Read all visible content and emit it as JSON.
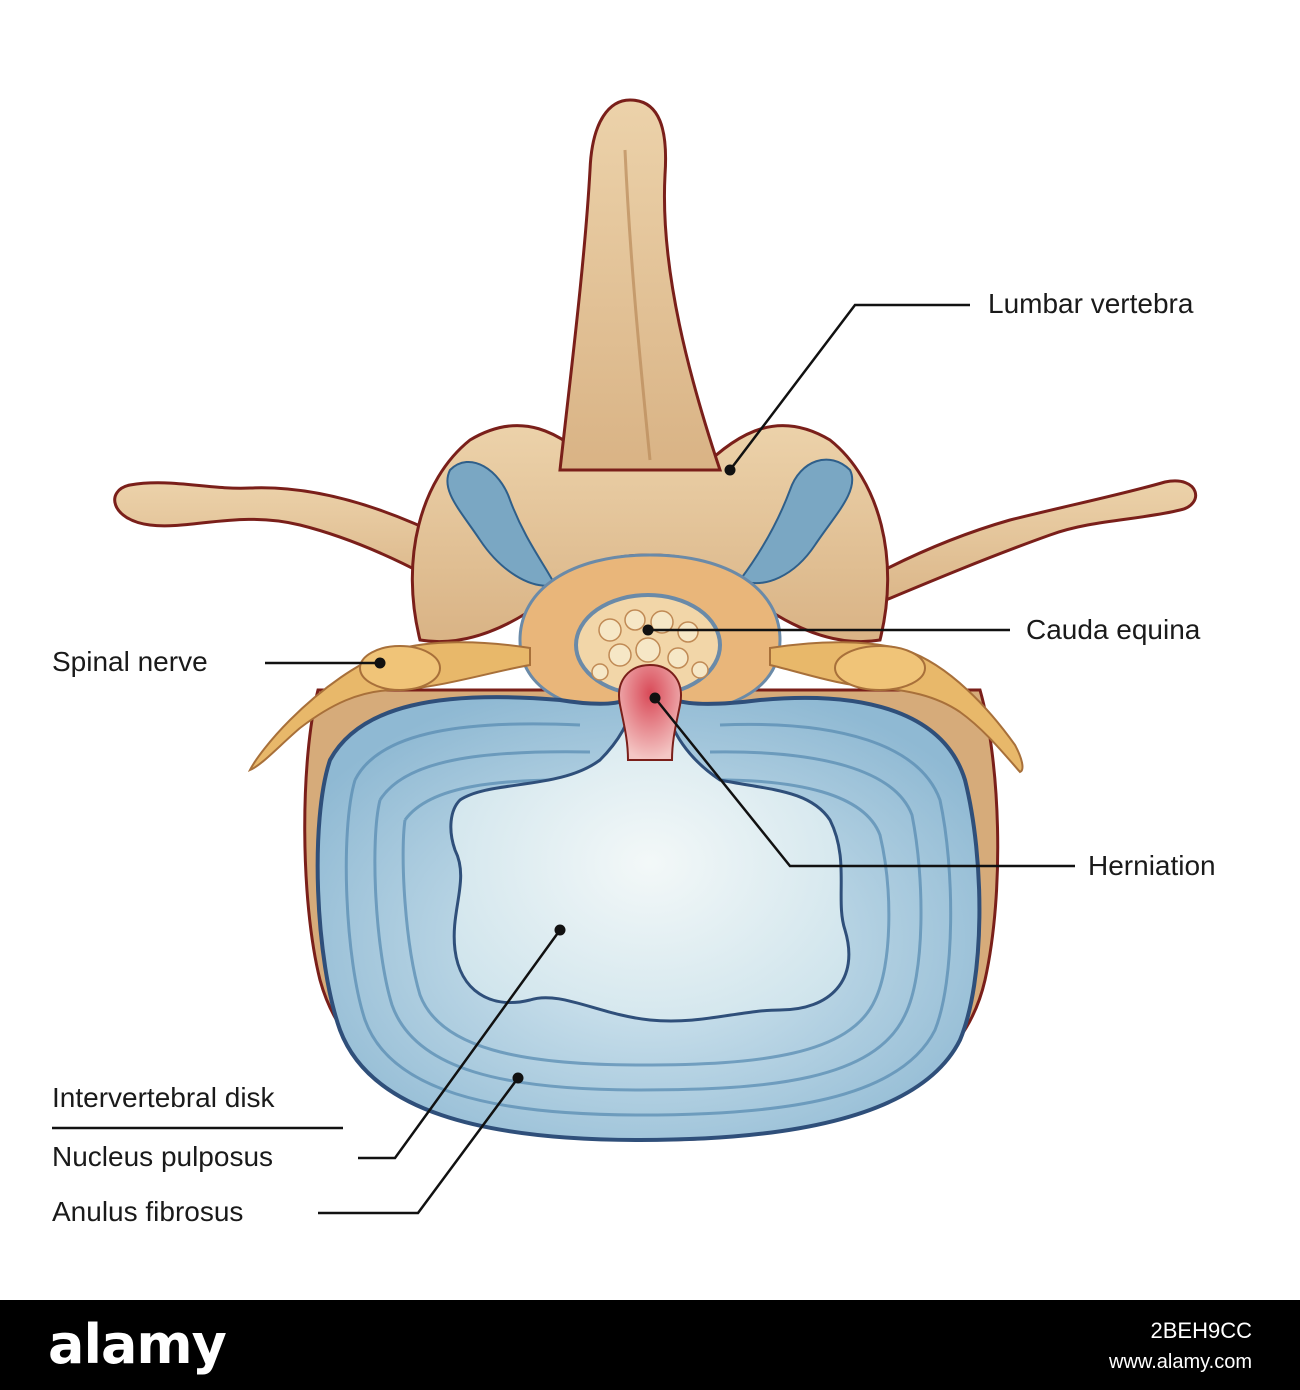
{
  "labels": {
    "lumbar_vertebra": "Lumbar vertebra",
    "cauda_equina": "Cauda equina",
    "spinal_nerve": "Spinal nerve",
    "herniation": "Herniation",
    "intervertebral_disk": "Intervertebral disk",
    "nucleus_pulposus": "Nucleus pulposus",
    "anulus_fibrosus": "Anulus fibrosus"
  },
  "footer": {
    "brand": "alamy",
    "image_id": "2BEH9CC",
    "website": "www.alamy.com"
  },
  "colors": {
    "bone": "#e6c79d",
    "bone_outline": "#7a1f1a",
    "disk": "#a9cce0",
    "disk_ring": "#2f5f8a",
    "nucleus": "#e4f0f4",
    "nerve": "#e8b86a",
    "herniation": "#e07a80"
  }
}
